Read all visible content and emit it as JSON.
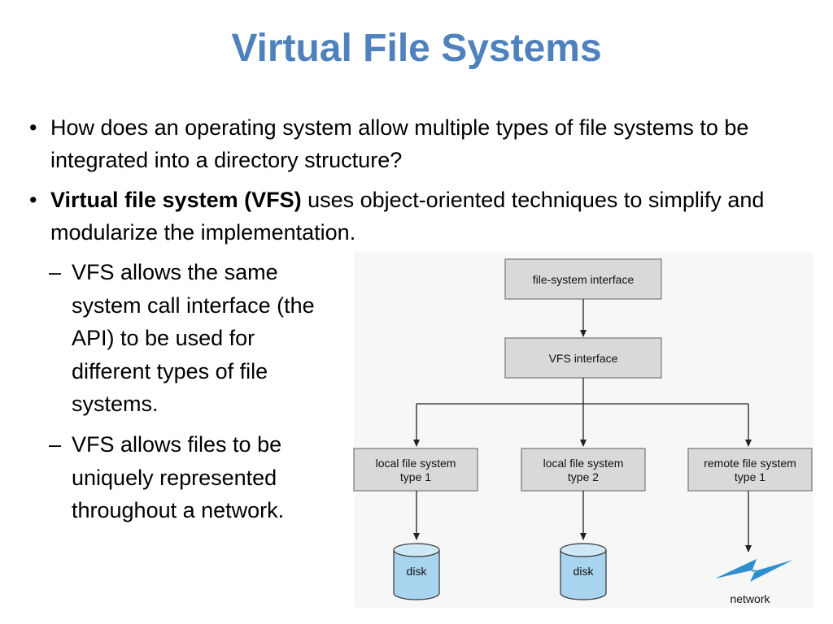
{
  "title": "Virtual File Systems",
  "bullets": [
    {
      "symbol": "•",
      "text": "How does an operating system allow multiple types of file systems to be integrated into a directory structure?"
    },
    {
      "symbol": "•",
      "bold": "Virtual file system (VFS)",
      "text": " uses object-oriented techniques to simplify and modularize the implementation."
    }
  ],
  "sub_bullets": [
    {
      "symbol": "–",
      "text": "VFS allows the same system call interface (the API) to be used for different types of file systems."
    },
    {
      "symbol": "–",
      "text": "VFS allows files to be uniquely represented throughout a network."
    }
  ],
  "diagram": {
    "fs_interface": "file-system interface",
    "vfs_interface": "VFS interface",
    "local_fs_1": [
      "local file system",
      "type 1"
    ],
    "local_fs_2": [
      "local file system",
      "type 2"
    ],
    "remote_fs_1": [
      "remote file system",
      "type 1"
    ],
    "disk_1": "disk",
    "disk_2": "disk",
    "network": "network",
    "colors": {
      "box_fill": "#d9d9d9",
      "box_stroke": "#7f7f7f",
      "disk_fill": "#a9d4f0",
      "disk_top": "#cfe8f8",
      "network_bolt": "#2e8fd0"
    }
  },
  "colors": {
    "title": "#4f81bd",
    "text": "#000000"
  }
}
